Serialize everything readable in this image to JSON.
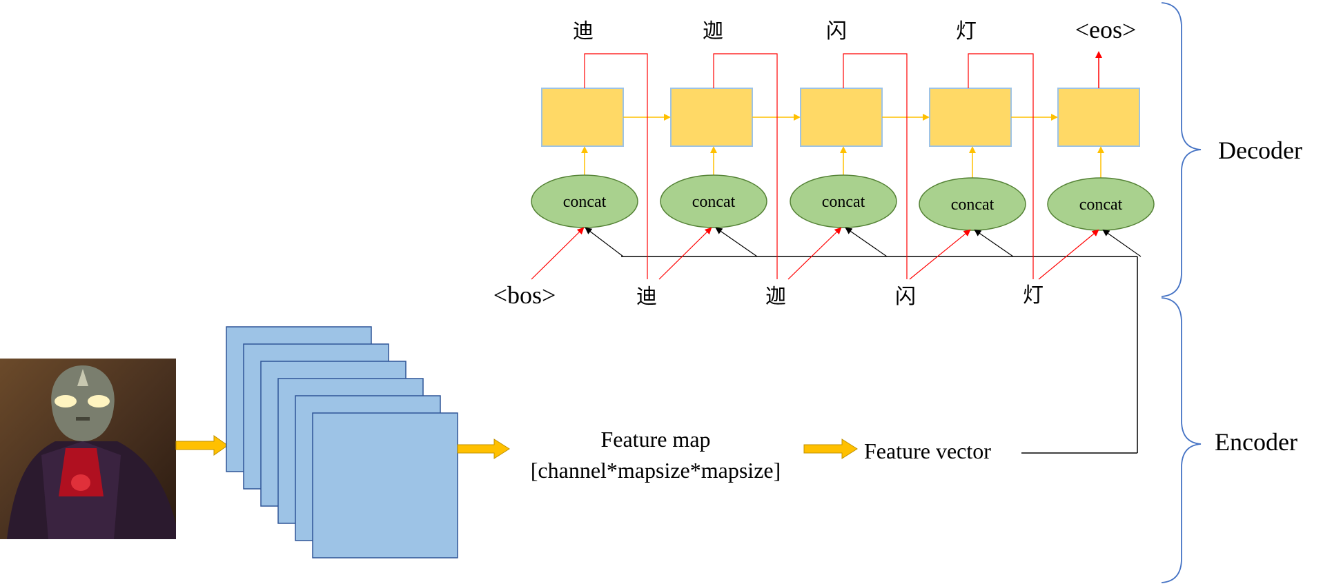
{
  "decoder_label": "Decoder",
  "encoder_label": "Encoder",
  "outputs": [
    "迪",
    "迦",
    "闪",
    "灯",
    "<eos>"
  ],
  "inputs": [
    "<bos>",
    "迪",
    "迦",
    "闪",
    "灯"
  ],
  "concat_label": "concat",
  "feature_map_line1": "Feature map",
  "feature_map_line2": "[channel*mapsize*mapsize]",
  "feature_vector": "Feature vector",
  "colors": {
    "cell_fill": "#FFD966",
    "cell_stroke": "#9DC3E6",
    "ellipse_fill": "#A9D18E",
    "ellipse_stroke": "#548235",
    "cnn_fill": "#9DC3E6",
    "cnn_stroke": "#2F5597",
    "arrow_yellow": "#FFC000",
    "red": "#FF0000",
    "brace": "#4472C4"
  },
  "image_alt": "ultraman-photo"
}
